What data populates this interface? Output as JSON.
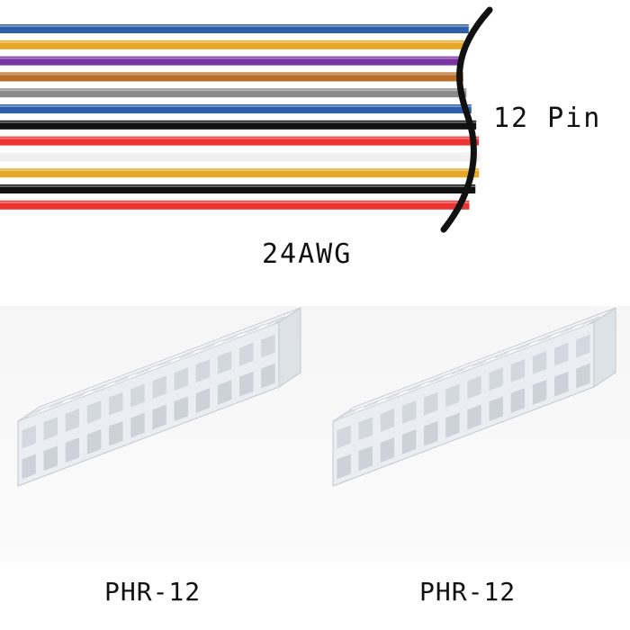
{
  "cable": {
    "pin_label": "12 Pin",
    "gauge_label": "24AWG",
    "wire_colors": [
      "#2f5fa8",
      "#e6a826",
      "#7a35a3",
      "#b86d2a",
      "#8a8a8a",
      "#2f5fa8",
      "#111111",
      "#ee3333",
      "#efefef",
      "#e6a826",
      "#111111",
      "#ee3333"
    ]
  },
  "connectors": [
    {
      "label": "PHR-12",
      "pins": 12,
      "color": "#eaeef2"
    },
    {
      "label": "PHR-12",
      "pins": 12,
      "color": "#eaeef2"
    }
  ]
}
